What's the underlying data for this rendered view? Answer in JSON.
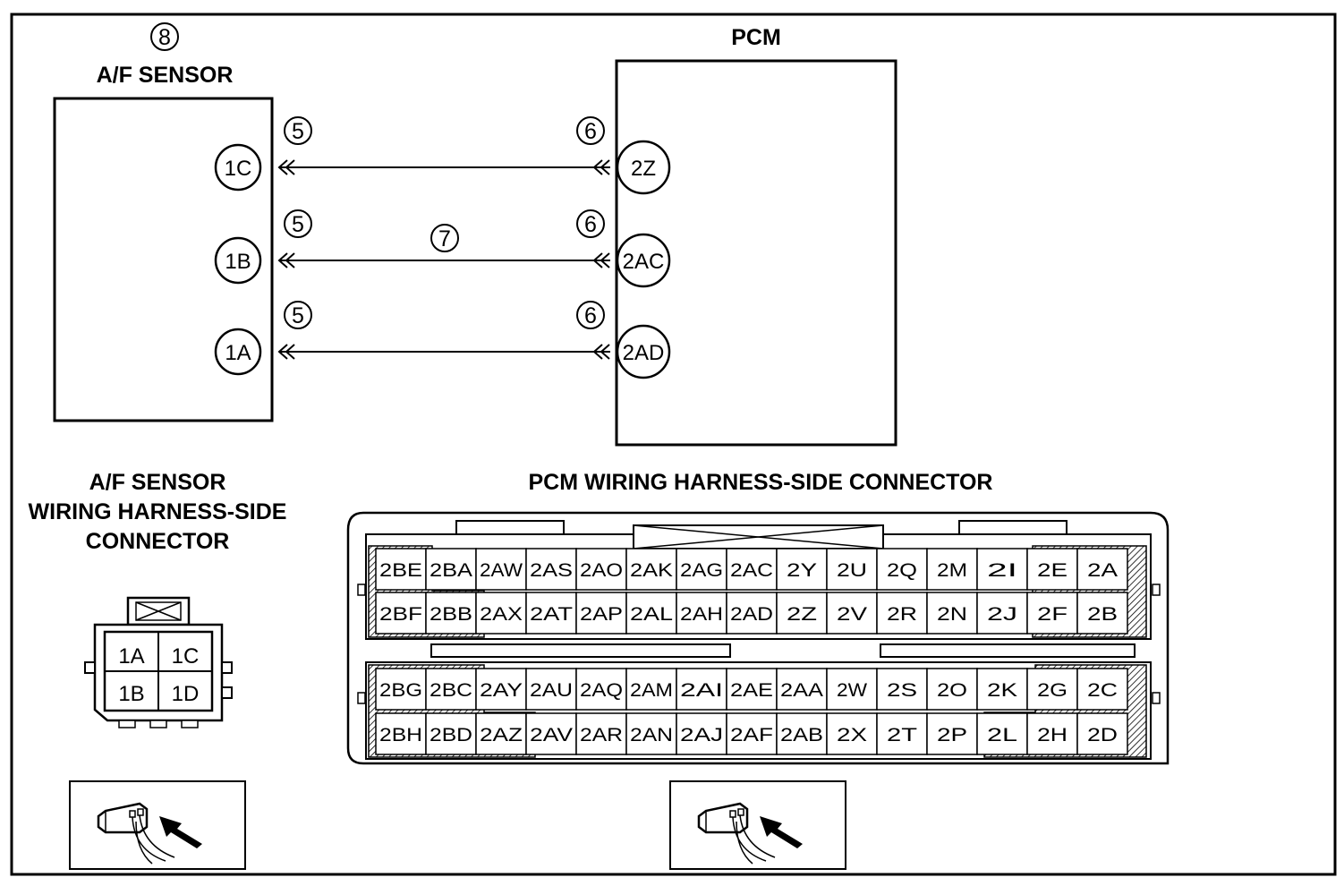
{
  "left": {
    "callout": "8",
    "title": "A/F SENSOR",
    "pins": [
      "1C",
      "1B",
      "1A"
    ],
    "callout_pin": "5",
    "connector_title": [
      "A/F SENSOR",
      "WIRING HARNESS-SIDE",
      "CONNECTOR"
    ],
    "connector_cells": [
      [
        "1A",
        "1C"
      ],
      [
        "1B",
        "1D"
      ]
    ]
  },
  "right": {
    "title": "PCM",
    "pins": [
      "2Z",
      "2AC",
      "2AD"
    ],
    "callout_pin": "6",
    "connector_title": "PCM WIRING HARNESS-SIDE CONNECTOR",
    "rows": [
      [
        "2BE",
        "2BA",
        "2AW",
        "2AS",
        "2AO",
        "2AK",
        "2AG",
        "2AC",
        "2Y",
        "2U",
        "2Q",
        "2M",
        "2I",
        "2E",
        "2A"
      ],
      [
        "2BF",
        "2BB",
        "2AX",
        "2AT",
        "2AP",
        "2AL",
        "2AH",
        "2AD",
        "2Z",
        "2V",
        "2R",
        "2N",
        "2J",
        "2F",
        "2B"
      ],
      [
        "2BG",
        "2BC",
        "2AY",
        "2AU",
        "2AQ",
        "2AM",
        "2AI",
        "2AE",
        "2AA",
        "2W",
        "2S",
        "2O",
        "2K",
        "2G",
        "2C"
      ],
      [
        "2BH",
        "2BD",
        "2AZ",
        "2AV",
        "2AR",
        "2AN",
        "2AJ",
        "2AF",
        "2AB",
        "2X",
        "2T",
        "2P",
        "2L",
        "2H",
        "2D"
      ]
    ]
  },
  "wire_callout": "7"
}
